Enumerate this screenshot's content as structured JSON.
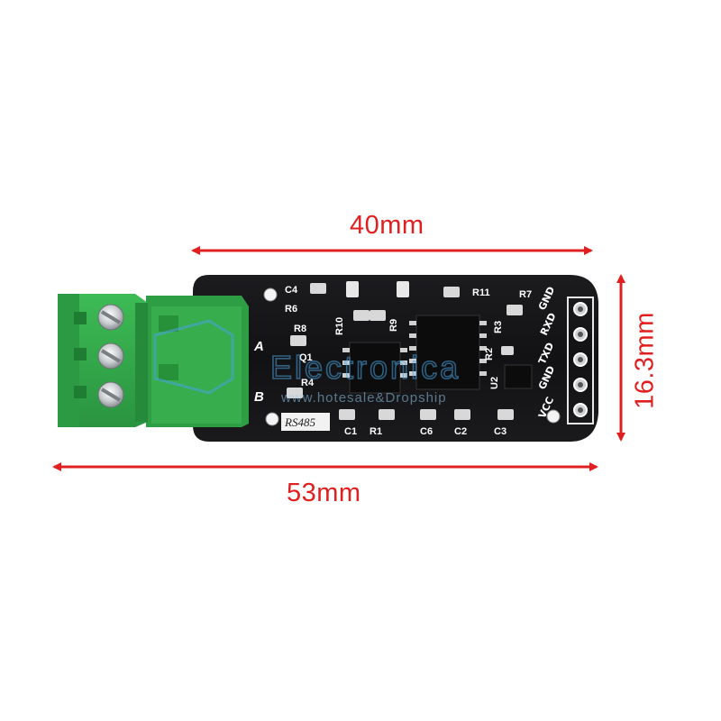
{
  "dimensions": {
    "board_length": "40mm",
    "overall_length": "53mm",
    "width": "16.3mm"
  },
  "colors": {
    "dimension": "#e02020",
    "pcb": "#141416",
    "terminal": "#35a84a",
    "pad": "#d8d8d8"
  },
  "board": {
    "title": "RS485",
    "terminal_labels": [
      "A",
      "B"
    ],
    "pin_labels": [
      "GND",
      "RXD",
      "TXD",
      "GND",
      "VCC"
    ],
    "component_labels": [
      "C4",
      "R6",
      "R8",
      "Q1",
      "R4",
      "R10",
      "R9",
      "R11",
      "R7",
      "R3",
      "R2",
      "U2",
      "C1",
      "R1",
      "C6",
      "C2",
      "C3"
    ]
  },
  "watermark": {
    "line1": "Electronica",
    "line2": "www.hotesale&Dropship"
  }
}
